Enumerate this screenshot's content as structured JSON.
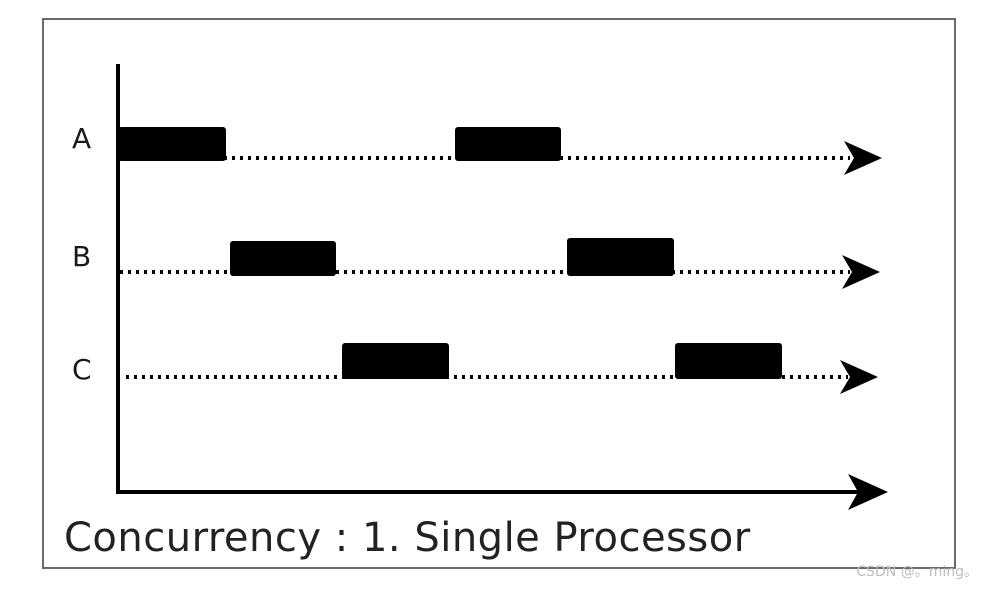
{
  "diagram": {
    "caption": "Concurrency : 1. Single Processor",
    "watermark": "CSDN @。ming。",
    "threads": [
      {
        "label": "A",
        "active_slots": [
          0,
          3
        ]
      },
      {
        "label": "B",
        "active_slots": [
          1,
          4
        ]
      },
      {
        "label": "C",
        "active_slots": [
          2,
          5
        ]
      }
    ],
    "colors": {
      "ink": "#000000",
      "frame": "#6a6a6a",
      "text": "#222222"
    }
  }
}
